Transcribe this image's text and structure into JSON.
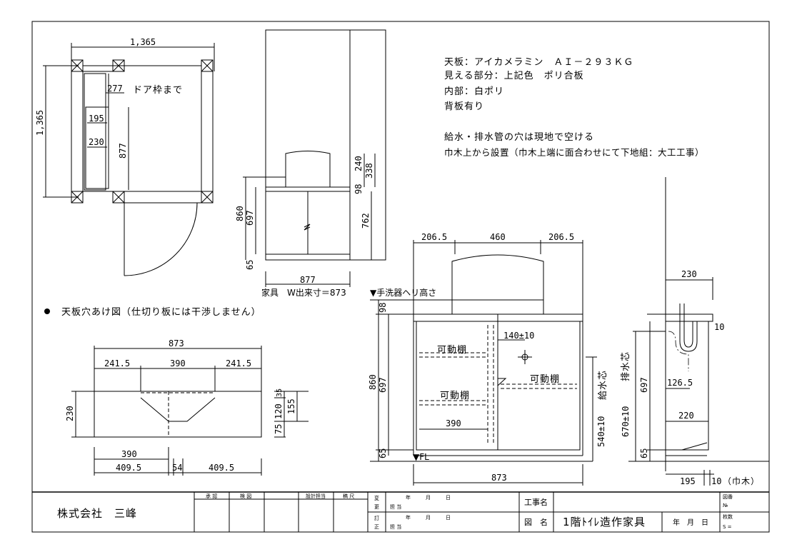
{
  "notes": {
    "top_board": "天板：アイカメラミン　ＡＩ－２９３ＫＧ",
    "visible_part": "見える部分：上記色　ポリ合板",
    "interior": "内部：白ポリ",
    "back_board": "背板有り",
    "pipe_holes": "給水・排水管の穴は現地で空ける",
    "install": "巾木上から設置（巾木上端に面合わせにて下地組：大工工事）"
  },
  "plan": {
    "width": "1,365",
    "depth": "1,365",
    "d277": "277",
    "door_label": "ドア枠まで",
    "d195": "195",
    "d230": "230",
    "d877": "877"
  },
  "elev_small": {
    "h860": "860",
    "h697": "697",
    "h65": "65",
    "h240": "240",
    "h338": "338",
    "h98": "98",
    "h762": "762",
    "w877": "877",
    "caption": "家具　W出来寸＝873"
  },
  "hole_plan": {
    "title": "天板穴あけ図（仕切り板には干渉しません）",
    "w873": "873",
    "w2415a": "241.5",
    "w390": "390",
    "w2415b": "241.5",
    "d230": "230",
    "b390": "390",
    "b4095a": "409.5",
    "b54": "54",
    "b4095b": "409.5",
    "r35": "35",
    "r120": "120",
    "r155": "155",
    "r75": "75"
  },
  "front": {
    "t2065a": "206.5",
    "t460": "460",
    "t2065b": "206.5",
    "basin_label": "▼手洗器ヘリ高さ",
    "h98": "98",
    "h860": "860",
    "h697": "697",
    "h65": "65",
    "fl": "▼FL",
    "shelf1": "可動棚",
    "shelf2": "可動棚",
    "shelf3": "可動棚",
    "d140": "140±10",
    "d390": "390",
    "supply": "給水芯",
    "h540": "540±10",
    "w873": "873"
  },
  "side": {
    "drain": "排水芯",
    "h670": "670±10",
    "h697": "697",
    "h65": "65",
    "w230": "230",
    "d10": "10",
    "d1265": "126.5",
    "d220": "220",
    "d195": "195",
    "d10b": "10",
    "haba": "（巾木）"
  },
  "title_block": {
    "company": "株式会社　三峰",
    "approve": "承 認",
    "check": "検 図",
    "design": "設計担当",
    "draw": "稿 尺",
    "change1": "変",
    "change2": "更",
    "revise1": "訂",
    "revise2": "正",
    "year": "年",
    "month": "月",
    "day": "日",
    "charge": "担 当",
    "year2": "年",
    "month2": "月",
    "day2": "日",
    "charge2": "担 当",
    "project_label": "工事名",
    "drawing_label": "図　名",
    "drawing_name": "1階ﾄｲﾚ造作家具",
    "date": "年　月　日",
    "drawing_no": "図番",
    "no": "№",
    "sheets": "枚数",
    "s": "S ="
  }
}
